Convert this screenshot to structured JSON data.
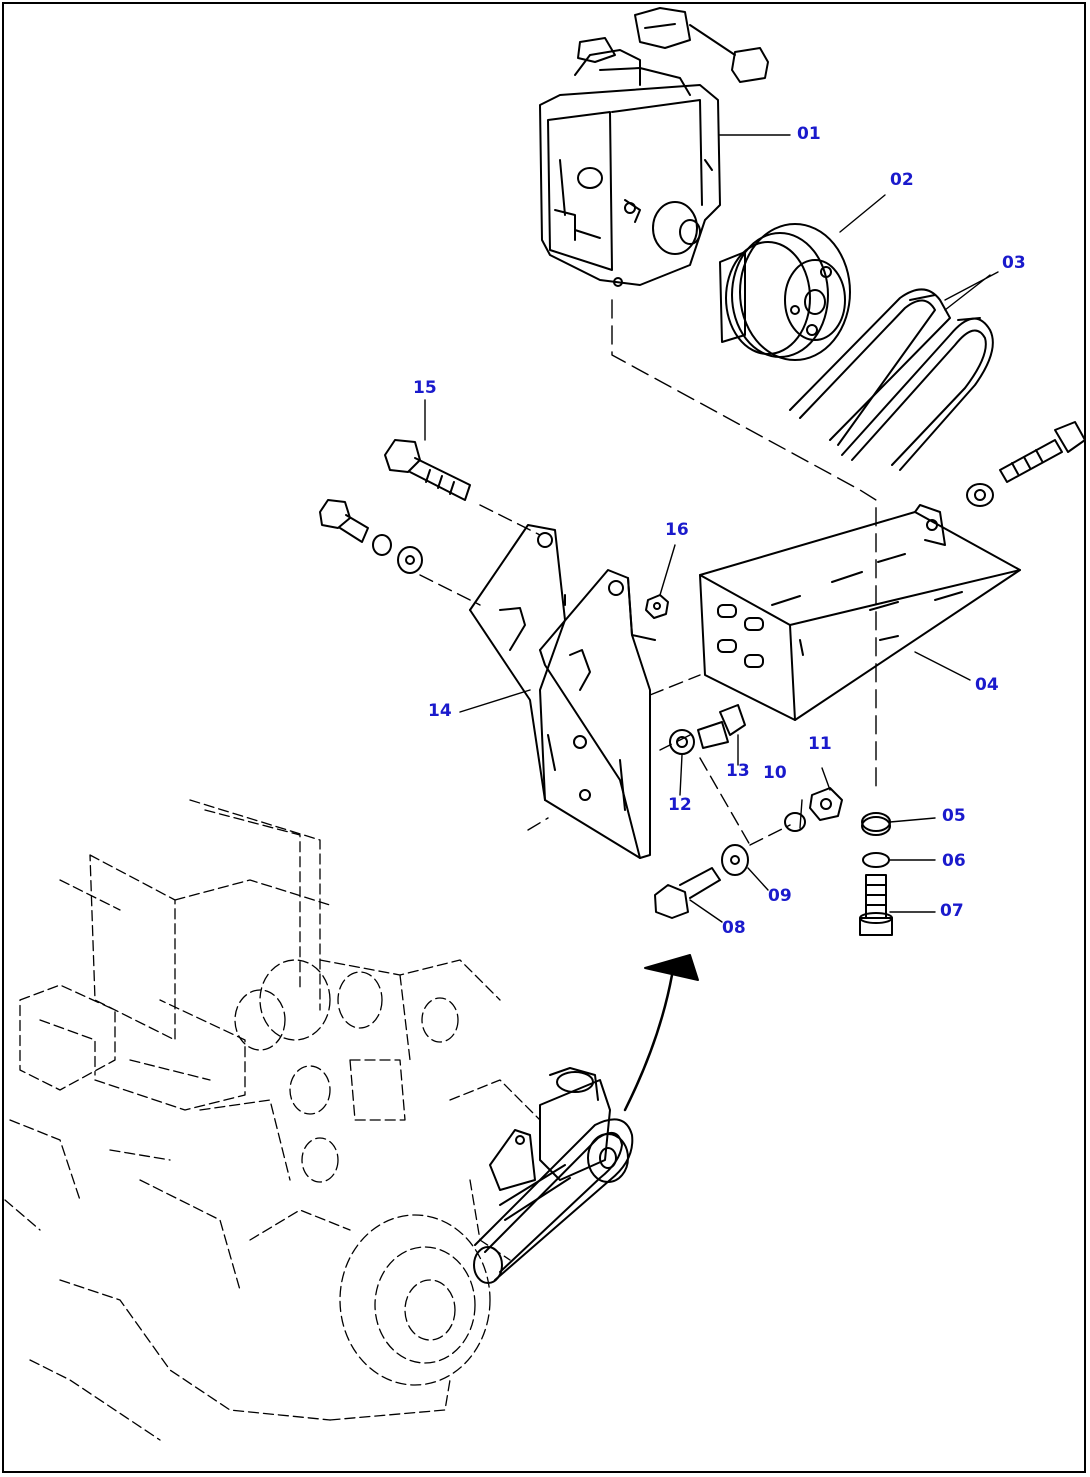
{
  "callouts": [
    {
      "id": "01",
      "label": "01",
      "part": "compressor"
    },
    {
      "id": "02",
      "label": "02",
      "part": "pulley-clutch"
    },
    {
      "id": "03",
      "label": "03",
      "part": "v-belts"
    },
    {
      "id": "04",
      "label": "04",
      "part": "support-bracket"
    },
    {
      "id": "05",
      "label": "05",
      "part": "nut"
    },
    {
      "id": "06",
      "label": "06",
      "part": "lock-washer"
    },
    {
      "id": "07",
      "label": "07",
      "part": "cap-screw"
    },
    {
      "id": "08",
      "label": "08",
      "part": "bolt"
    },
    {
      "id": "09",
      "label": "09",
      "part": "washer"
    },
    {
      "id": "10",
      "label": "10",
      "part": "lock-washer"
    },
    {
      "id": "11",
      "label": "11",
      "part": "nut"
    },
    {
      "id": "12",
      "label": "12",
      "part": "nut"
    },
    {
      "id": "13",
      "label": "13",
      "part": "bolt"
    },
    {
      "id": "14",
      "label": "14",
      "part": "mounting-bracket"
    },
    {
      "id": "15",
      "label": "15",
      "part": "bolt"
    },
    {
      "id": "16",
      "label": "16",
      "part": "nut"
    }
  ],
  "colors": {
    "line": "#000000",
    "callout_text": "#1a1acc",
    "background": "#ffffff"
  }
}
